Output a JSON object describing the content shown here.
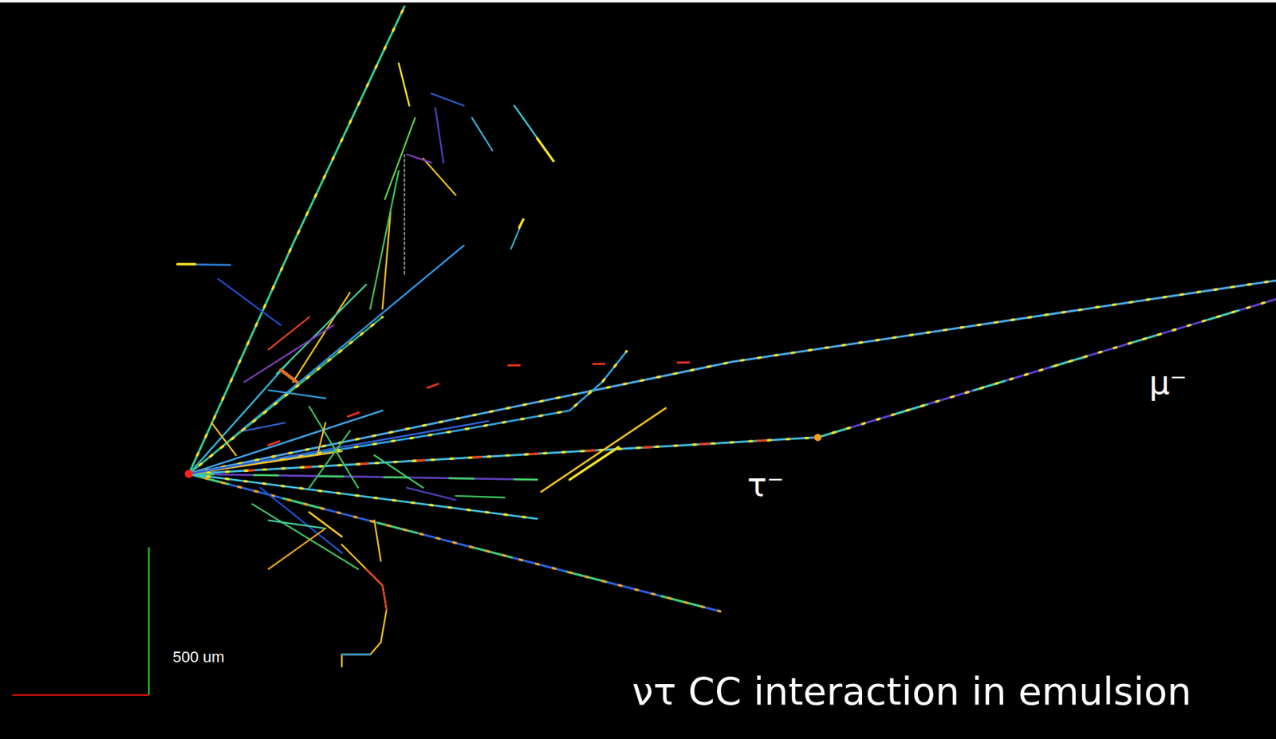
{
  "diagram": {
    "caption": "ντ CC interaction in emulsion",
    "labels": [
      "μ⁻",
      "τ⁻",
      "500 um"
    ]
  }
}
